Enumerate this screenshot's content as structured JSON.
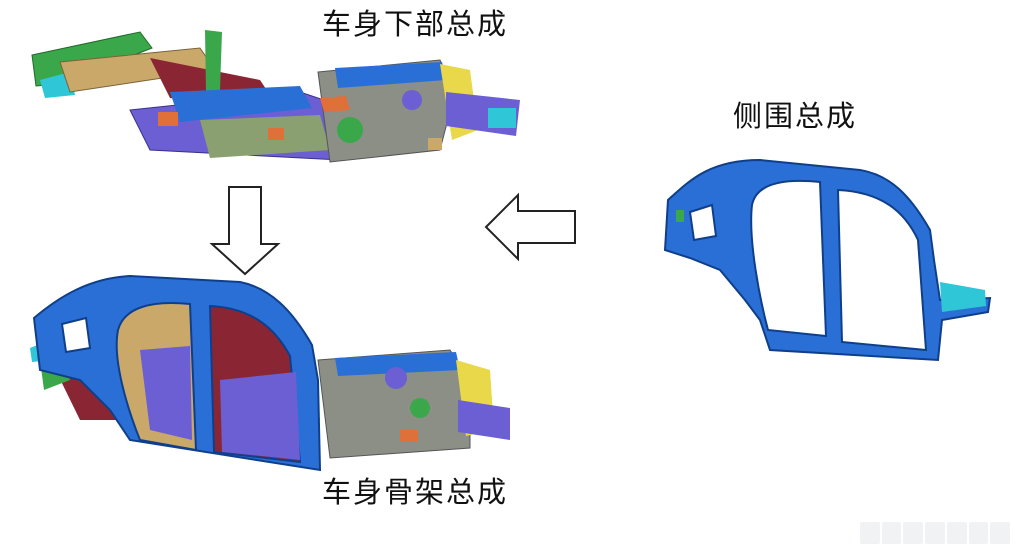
{
  "labels": {
    "underbody": "车身下部总成",
    "side": "侧围总成",
    "bic": "车身骨架总成"
  },
  "colors": {
    "side_panel_blue": "#2a6fd6",
    "underbody_purple": "#6b5fd3",
    "rail_green": "#3aa84a",
    "maroon": "#8a2634",
    "tan": "#c9a86a",
    "cyan": "#2fc6d8",
    "grey": "#8c8f86",
    "orange": "#e0703a",
    "yellow": "#e8d84a"
  }
}
